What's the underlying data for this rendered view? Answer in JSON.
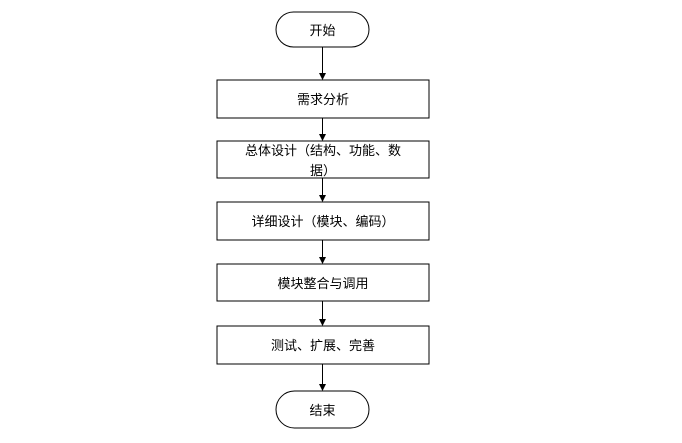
{
  "flowchart": {
    "start": "开始",
    "steps": [
      "需求分析",
      "总体设计（结构、功能、数",
      "据）",
      "详细设计（模块、编码）",
      "模块整合与调用",
      "测试、扩展、完善"
    ],
    "end": "结束"
  }
}
